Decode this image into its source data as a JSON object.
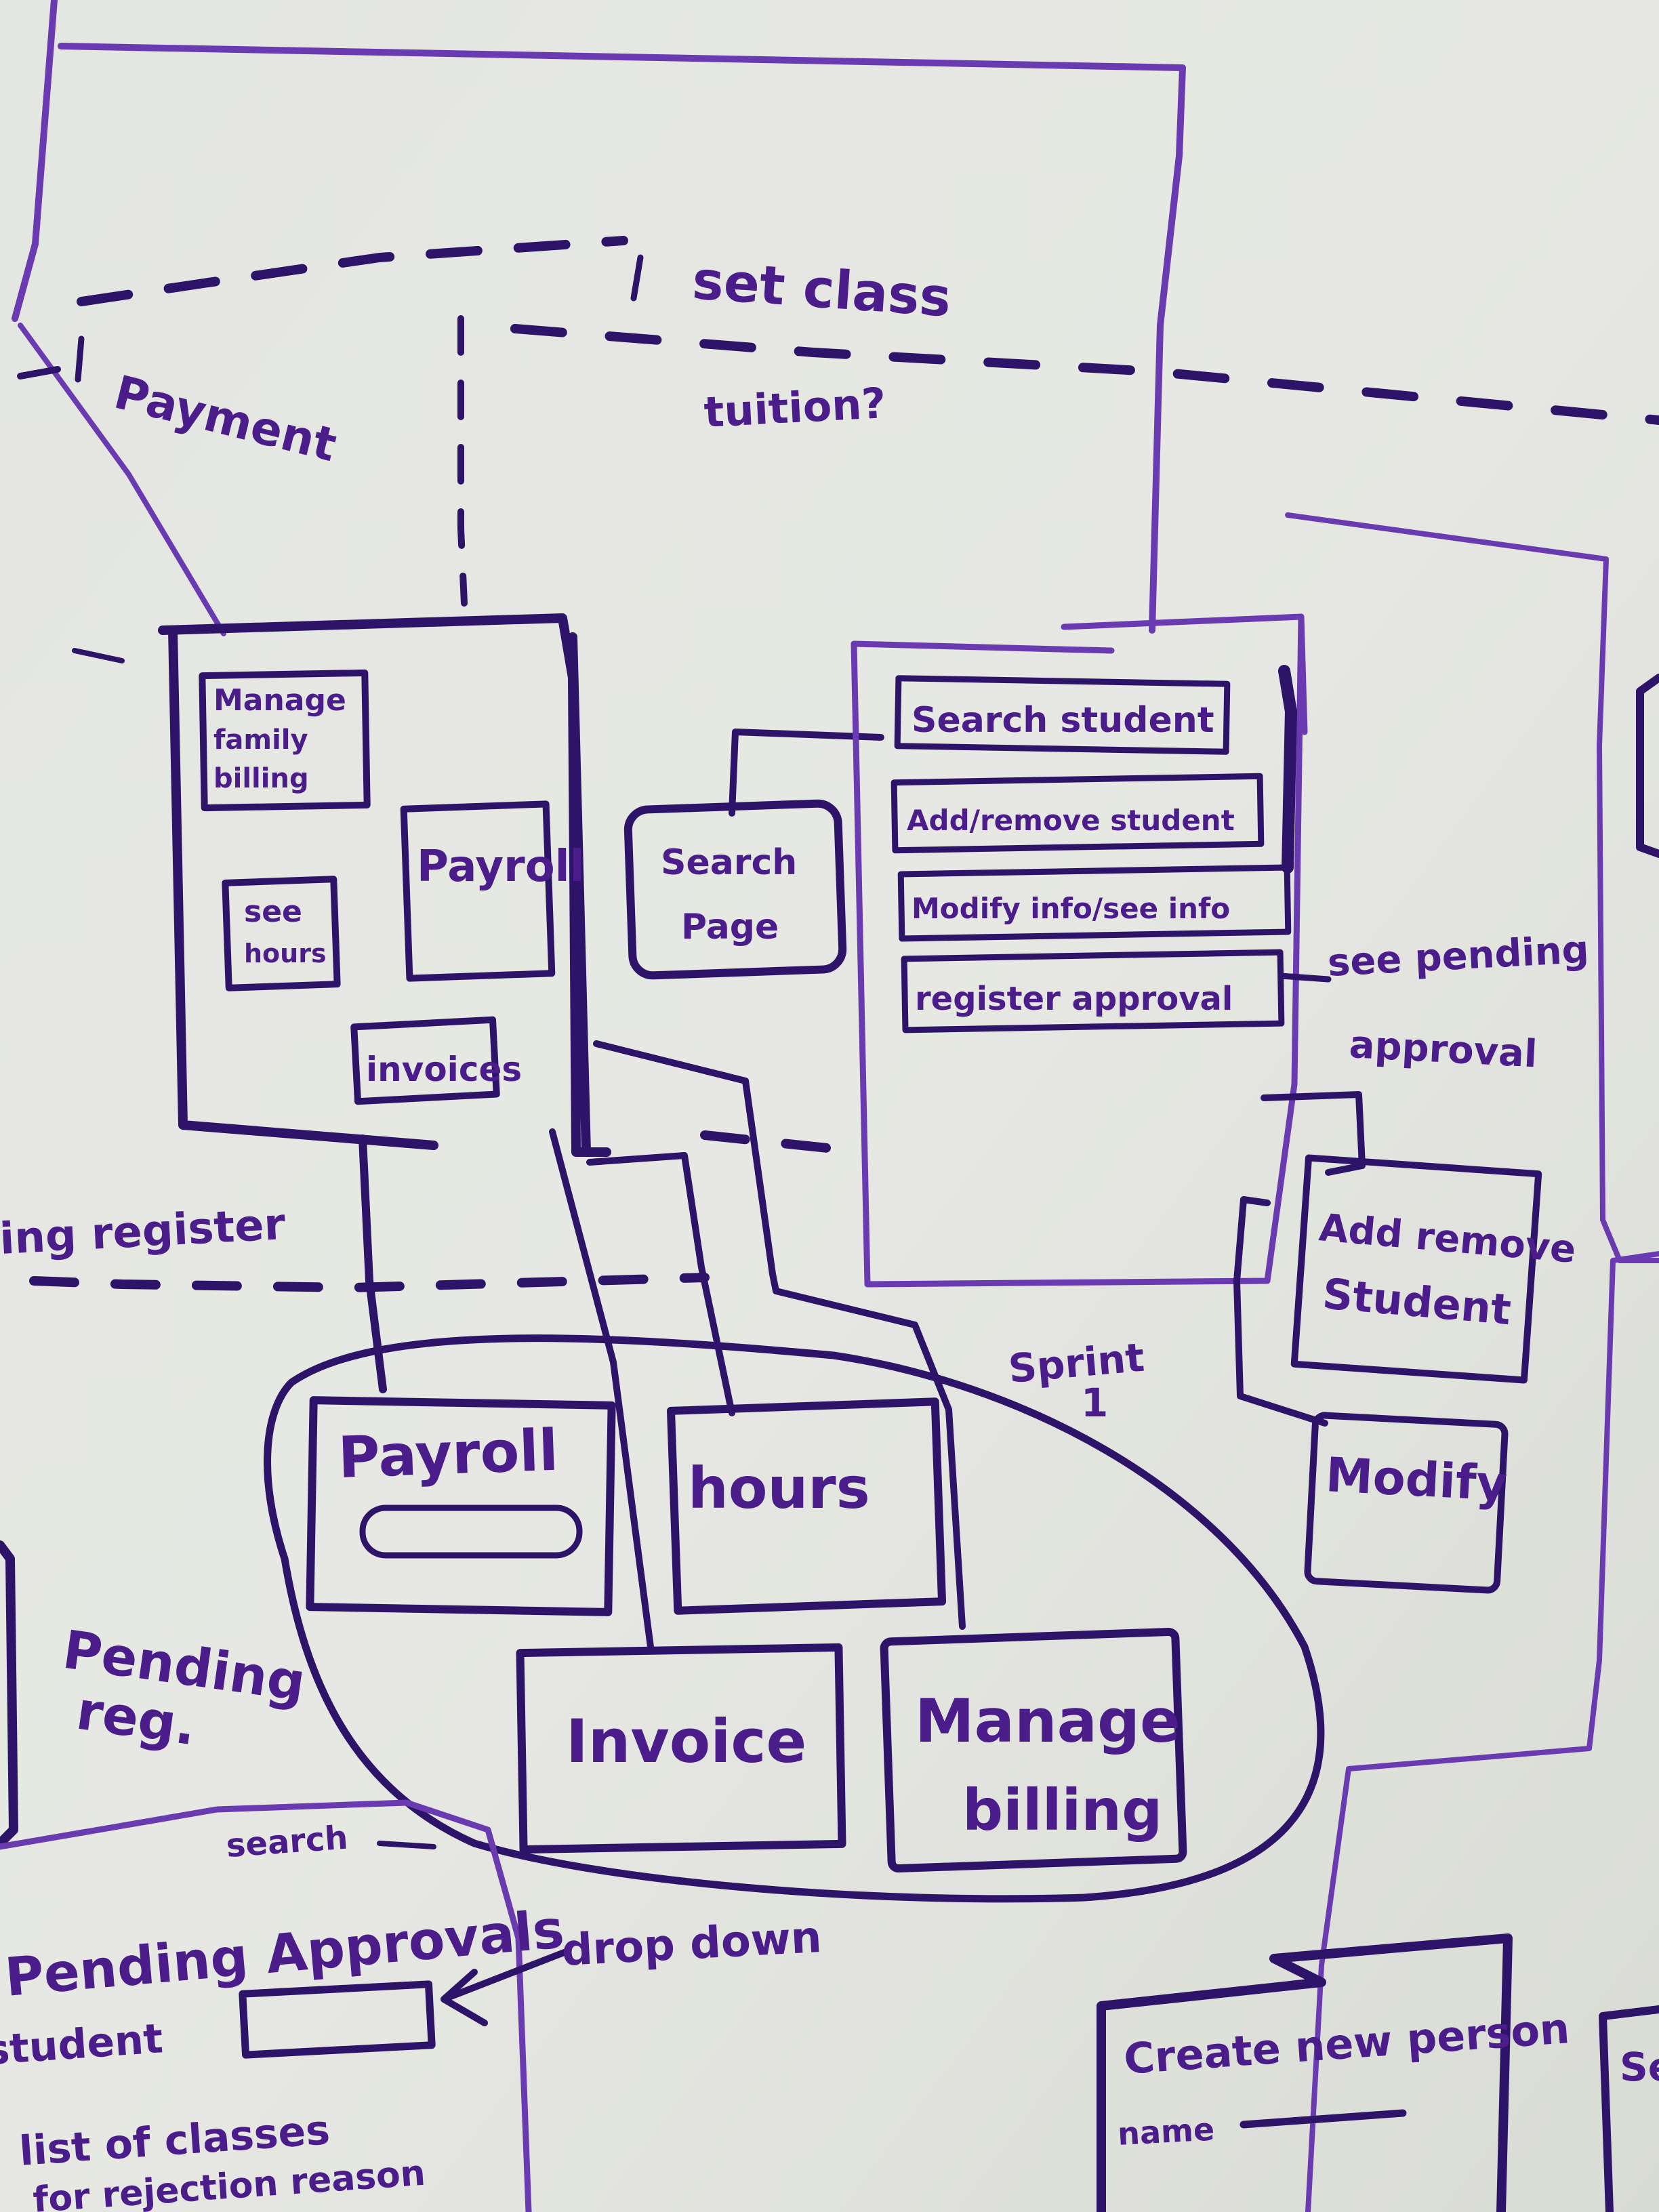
{
  "labels": {
    "set_class": "set class",
    "tuition": "tuition?",
    "payment": "Payment",
    "manage_family_billing": [
      "Manage",
      "family",
      "billing"
    ],
    "payroll_small": "Payroll",
    "see_hours": [
      "see",
      "hours"
    ],
    "invoices": "invoices",
    "search_page": [
      "Search",
      "Page"
    ],
    "search_student": "Search student",
    "add_remove_student": "Add/remove student",
    "modify_info": "Modify info/see info",
    "register_approval": "register approval",
    "see_pending_approval": [
      "see pending",
      "approval"
    ],
    "add_remove_student_box": [
      "Add remove",
      "Student"
    ],
    "modify": "Modify",
    "pending_register": "pending register",
    "sprint": "Sprint",
    "sprint_mark": "1",
    "payroll": "Payroll",
    "hours": "hours",
    "invoice": "Invoice",
    "manage_billing": [
      "Manage",
      "billing"
    ],
    "pending_reg": [
      "Pending",
      "reg."
    ],
    "search": "search",
    "pending_approvals": "Pending Approvals",
    "student": "student",
    "dropdown": "drop down",
    "list_of_classes": "list of classes",
    "rejection_reason": "for rejection reason",
    "create_new_person": "Create new person",
    "name": "name",
    "se": "Se"
  },
  "colors": {
    "board": "#dfe1dc",
    "marker": "#4a1d8a",
    "marker_dark": "#2e1468"
  }
}
